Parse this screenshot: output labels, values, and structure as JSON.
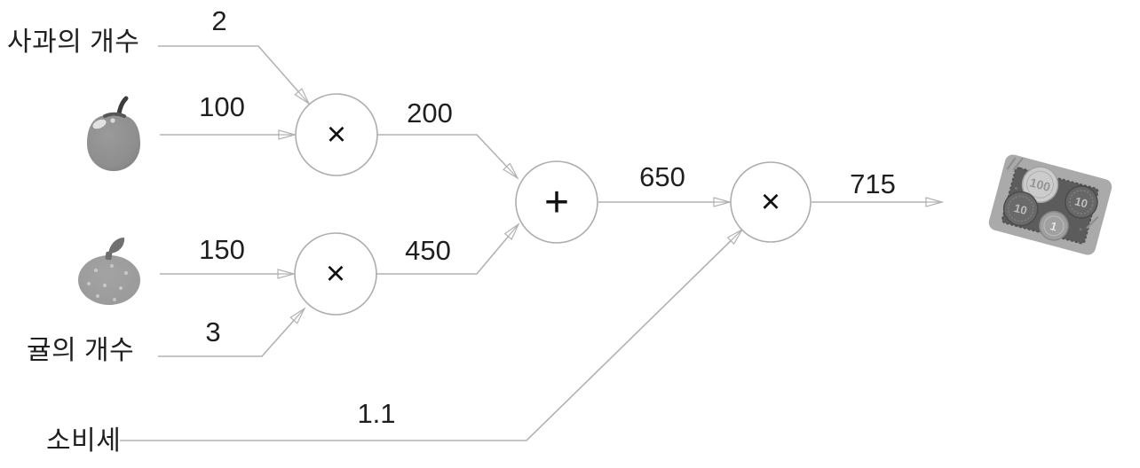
{
  "diagram_type": "computational-graph",
  "labels": {
    "apple_count": "사과의 개수",
    "tangerine_count": "귤의 개수",
    "tax": "소비세"
  },
  "edge_values": {
    "apple_count": "2",
    "apple_price": "100",
    "apple_total": "200",
    "tangerine_price": "150",
    "tangerine_count": "3",
    "tangerine_total": "450",
    "sum": "650",
    "tax_rate": "1.1",
    "total": "715"
  },
  "nodes": [
    {
      "id": "apple-multiply-node",
      "op": "×"
    },
    {
      "id": "tangerine-multiply-node",
      "op": "×"
    },
    {
      "id": "add-node",
      "op": "+"
    },
    {
      "id": "tax-multiply-node",
      "op": "×"
    }
  ],
  "icons": {
    "apple": "apple-icon",
    "tangerine": "tangerine-icon",
    "money_tray": "money-tray-icon"
  },
  "money_tray_coins": {
    "coin_100": "100",
    "coin_10_left": "10",
    "coin_10_right": "10",
    "coin_1": "1"
  },
  "colors": {
    "line": "#b2b2b2",
    "node_stroke": "#adadad",
    "text": "#1f1f1f"
  }
}
